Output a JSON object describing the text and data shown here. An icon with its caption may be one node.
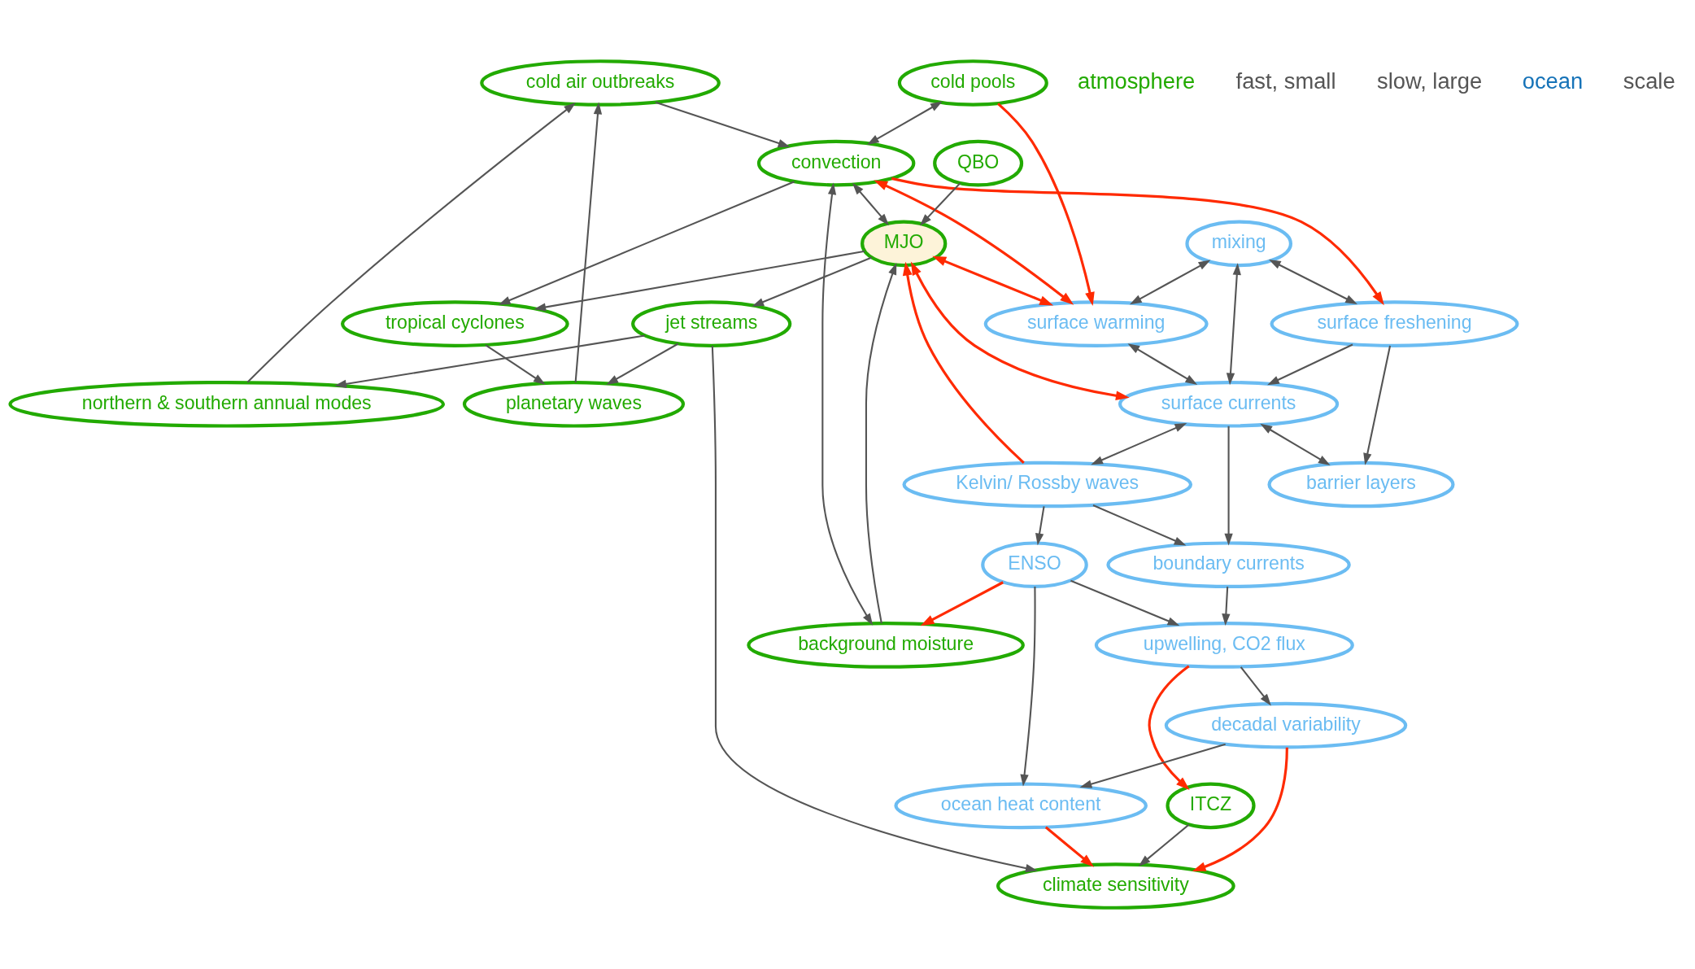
{
  "diagram": {
    "nodes": [
      {
        "text": [
          "cold air outbreaks"
        ]
      },
      {
        "text": [
          "planetary waves"
        ]
      },
      {
        "text": [
          "northern & southern annual modes"
        ]
      },
      {
        "text": [
          "climate sensitivity"
        ]
      },
      {
        "text": [
          "tropical cyclones"
        ]
      },
      {
        "text": [
          "jet streams"
        ]
      },
      {
        "text": [
          "cold pools"
        ]
      },
      {
        "text": [
          "convection"
        ]
      },
      {
        "text": [
          "MJO"
        ]
      },
      {
        "text": [
          "background moisture"
        ]
      },
      {
        "text": [
          "QBO"
        ]
      },
      {
        "text": [
          "ITCZ"
        ]
      },
      {
        "text": [
          "mixing"
        ]
      },
      {
        "text": [
          "surface warming"
        ]
      },
      {
        "text": [
          "surface currents"
        ]
      },
      {
        "text": [
          "Kelvin/ Rossby waves"
        ]
      },
      {
        "text": [
          "upwelling, CO2 flux"
        ]
      },
      {
        "text": [
          "ENSO"
        ]
      },
      {
        "text": [
          "decadal variability"
        ]
      },
      {
        "text": [
          "surface freshening"
        ]
      },
      {
        "text": [
          "boundary currents"
        ]
      },
      {
        "text": [
          "barrier layers"
        ]
      },
      {
        "text": [
          "ocean heat content"
        ]
      }
    ],
    "edges": [
      {
        "from": 2,
        "to": 0,
        "arrow": "to"
      },
      {
        "from": 1,
        "to": 0,
        "arrow": "to"
      },
      {
        "from": 0,
        "to": 7,
        "arrow": "to"
      },
      {
        "from": 4,
        "to": 1,
        "arrow": "to"
      },
      {
        "from": 5,
        "to": 1,
        "arrow": "to"
      },
      {
        "from": 5,
        "to": 2,
        "arrow": "to"
      },
      {
        "from": 5,
        "to": 3,
        "arrow": "to"
      },
      {
        "from": 6,
        "to": 7,
        "arrow": "both"
      },
      {
        "from": 7,
        "to": 4,
        "arrow": "to"
      },
      {
        "from": 8,
        "to": 5,
        "arrow": "to"
      },
      {
        "from": 8,
        "to": 4,
        "arrow": "to"
      },
      {
        "from": 7,
        "to": 8,
        "arrow": "both"
      },
      {
        "from": 9,
        "to": 7,
        "arrow": "both"
      },
      {
        "from": 9,
        "to": 8,
        "arrow": "to"
      },
      {
        "from": 10,
        "to": 8,
        "arrow": "to"
      },
      {
        "from": 11,
        "to": 3,
        "arrow": "to"
      },
      {
        "from": 13,
        "to": 14,
        "arrow": "both"
      },
      {
        "from": 12,
        "to": 13,
        "arrow": "both"
      },
      {
        "from": 12,
        "to": 14,
        "arrow": "both"
      },
      {
        "from": 12,
        "to": 19,
        "arrow": "both"
      },
      {
        "from": 19,
        "to": 14,
        "arrow": "to"
      },
      {
        "from": 19,
        "to": 21,
        "arrow": "to"
      },
      {
        "from": 14,
        "to": 21,
        "arrow": "both"
      },
      {
        "from": 14,
        "to": 15,
        "arrow": "both"
      },
      {
        "from": 14,
        "to": 20,
        "arrow": "to"
      },
      {
        "from": 15,
        "to": 20,
        "arrow": "to"
      },
      {
        "from": 15,
        "to": 17,
        "arrow": "to"
      },
      {
        "from": 20,
        "to": 16,
        "arrow": "to"
      },
      {
        "from": 17,
        "to": 16,
        "arrow": "to"
      },
      {
        "from": 16,
        "to": 18,
        "arrow": "to"
      },
      {
        "from": 18,
        "to": 22,
        "arrow": "to"
      },
      {
        "from": 17,
        "to": 22,
        "arrow": "to"
      },
      {
        "from": 6,
        "to": 13,
        "arrow": "to",
        "color": "#ff2a00"
      },
      {
        "from": 7,
        "to": 13,
        "arrow": "both",
        "color": "#ff2a00"
      },
      {
        "from": 7,
        "to": 19,
        "arrow": "to",
        "color": "#ff2a00"
      },
      {
        "from": 8,
        "to": 13,
        "arrow": "both",
        "color": "#ff2a00"
      },
      {
        "from": 8,
        "to": 14,
        "arrow": "both",
        "color": "#ff2a00"
      },
      {
        "from": 15,
        "to": 8,
        "arrow": "to",
        "color": "#ff2a00"
      },
      {
        "from": 17,
        "to": 9,
        "arrow": "to",
        "color": "#ff2a00"
      },
      {
        "from": 16,
        "to": 11,
        "arrow": "to",
        "color": "#ff2a00"
      },
      {
        "from": 18,
        "to": 3,
        "arrow": "to",
        "color": "#ff2a00"
      },
      {
        "from": 22,
        "to": 3,
        "arrow": "to",
        "color": "#ff2a00"
      }
    ],
    "labels": [
      "atmosphere",
      "fast, small",
      "slow, large",
      "ocean",
      "scale"
    ]
  }
}
